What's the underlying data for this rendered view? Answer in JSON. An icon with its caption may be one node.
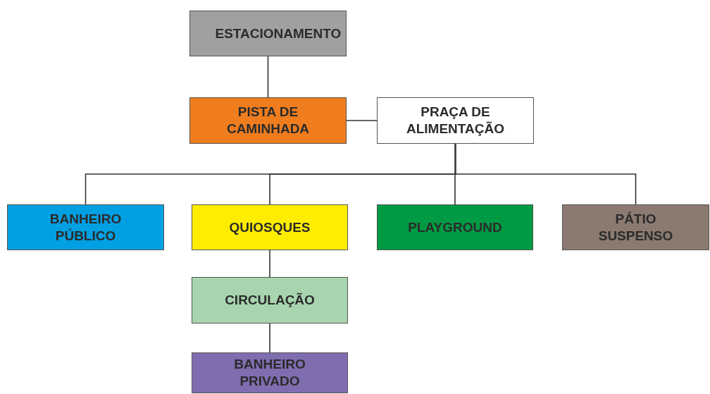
{
  "diagram": {
    "nodes": [
      {
        "text": [
          "ESTACIONAMENTO"
        ]
      },
      {
        "text": [
          "PISTA DE CAMINHADA"
        ]
      },
      {
        "text": [
          "PRAÇA DE ALIMENTAÇÃO"
        ]
      },
      {
        "text": [
          "BANHEIRO PÚBLICO"
        ]
      },
      {
        "text": [
          "QUIOSQUES"
        ]
      },
      {
        "text": [
          "PLAYGROUND"
        ]
      },
      {
        "text": [
          "PÁTIO SUSPENSO"
        ]
      },
      {
        "text": [
          "CIRCULAÇÃO"
        ]
      },
      {
        "text": [
          "BANHEIRO PRIVADO"
        ]
      }
    ],
    "edges": [
      {
        "from": 0,
        "to": 1,
        "arrow": "none"
      },
      {
        "from": 1,
        "to": 2,
        "arrow": "none"
      },
      {
        "from": 2,
        "to": 3,
        "arrow": "none"
      },
      {
        "from": 2,
        "to": 4,
        "arrow": "none"
      },
      {
        "from": 2,
        "to": 5,
        "arrow": "none"
      },
      {
        "from": 2,
        "to": 6,
        "arrow": "none"
      },
      {
        "from": 4,
        "to": 7,
        "arrow": "none"
      },
      {
        "from": 7,
        "to": 8,
        "arrow": "none"
      }
    ]
  }
}
